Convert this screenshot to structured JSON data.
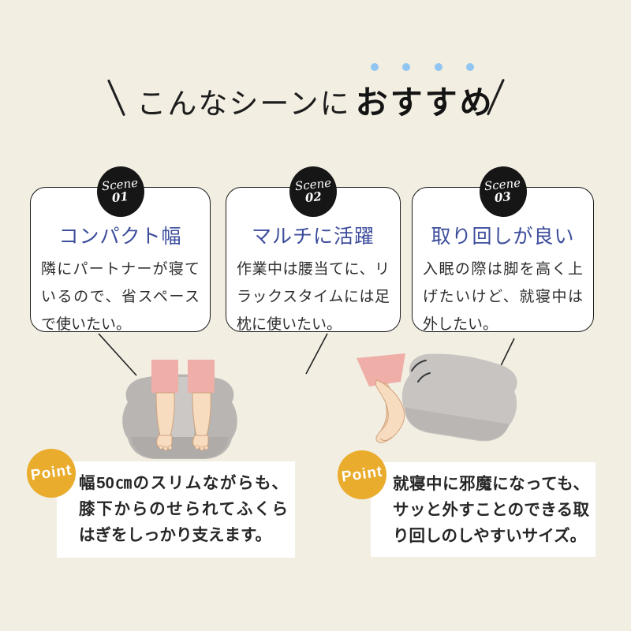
{
  "title": {
    "normal": "こんなシーンに",
    "emphasis": "おすすめ",
    "dot_count": 4,
    "dot_color": "#90c6f1"
  },
  "scenes": [
    {
      "badge_label": "Scene",
      "badge_number": "01",
      "heading": "コンパクト幅",
      "body": "隣にパートナーが寝ているので、省スペースで使いたい。"
    },
    {
      "badge_label": "Scene",
      "badge_number": "02",
      "heading": "マルチに活躍",
      "body": "作業中は腰当てに、リラックスタイムには足枕に使いたい。"
    },
    {
      "badge_label": "Scene",
      "badge_number": "03",
      "heading": "取り回しが良い",
      "body": "入眠の際は脚を高く上げたいけど、就寝中は外したい。"
    }
  ],
  "illustrations": [
    {
      "name": "両脚をのせた足枕のイラスト"
    },
    {
      "name": "足枕を蹴って外す脚のイラスト"
    }
  ],
  "points": [
    {
      "badge": "Point",
      "text": "幅50㎝のスリムながらも、膝下からのせられてふくらはぎをしっかり支えます。"
    },
    {
      "badge": "Point",
      "text": "就寝中に邪魔になっても、サッと外すことのできる取り回しのしやすいサイズ。"
    }
  ],
  "colors": {
    "background": "#f2eee2",
    "card_border": "#1a1a1a",
    "heading_blue": "#3c4d9c",
    "scene_badge_black": "#161616",
    "point_gold": "#e9ac2c",
    "accent_dot_blue": "#90c6f1",
    "pillow_gray": "#b8b5b2",
    "skin": "#f8dcc0",
    "shorts_pink": "#efaea8"
  }
}
